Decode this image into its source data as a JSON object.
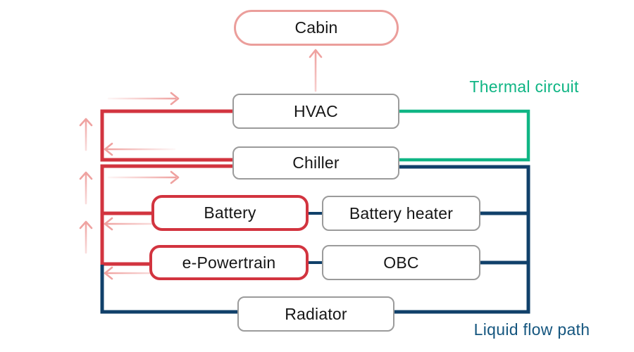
{
  "diagram": {
    "description": "EV thermal management diagram",
    "nodes": {
      "cabin": {
        "label": "Cabin"
      },
      "hvac": {
        "label": "HVAC"
      },
      "chiller": {
        "label": "Chiller"
      },
      "battery": {
        "label": "Battery"
      },
      "battery_heater": {
        "label": "Battery heater"
      },
      "e_powertrain": {
        "label": "e-Powertrain"
      },
      "obc": {
        "label": "OBC"
      },
      "radiator": {
        "label": "Radiator"
      }
    },
    "legend": {
      "thermal_circuit": "Thermal circuit",
      "liquid_flow_path": "Liquid flow path"
    },
    "colors": {
      "red_line": "#d2343f",
      "pink": "#efa2a0",
      "cabin_pink": "#eb9e9b",
      "green_line": "#0fb584",
      "navy_line": "#10406a",
      "navy_label": "#15567f",
      "gray_border": "#9b9b9b",
      "text": "#161616",
      "background": "#ffffff"
    }
  }
}
